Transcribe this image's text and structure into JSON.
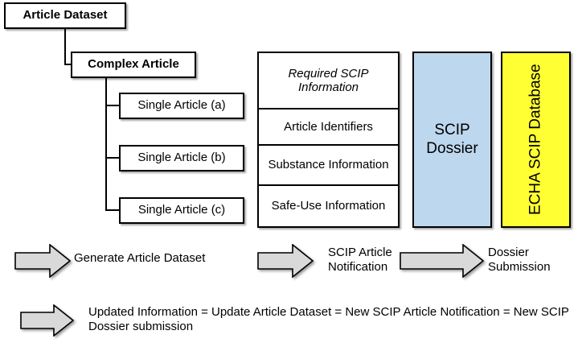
{
  "diagram": {
    "title": "SCIP Article Dataset to ECHA SCIP Database flow",
    "colors": {
      "dossier_fill": "#bdd7ee",
      "database_fill": "#ffff33",
      "arrow_fill": "#d9d9d9",
      "stroke": "#000000",
      "box_fill": "#ffffff"
    }
  },
  "tree": {
    "root": {
      "label": "Article Dataset"
    },
    "complex": {
      "label": "Complex Article"
    },
    "singles": [
      {
        "label": "Single Article (a)"
      },
      {
        "label": "Single Article (b)"
      },
      {
        "label": "Single Article (c)"
      }
    ]
  },
  "scip_table": {
    "header": "Required SCIP Information",
    "rows": [
      {
        "label": "Article Identifiers"
      },
      {
        "label": "Substance Information"
      },
      {
        "label": "Safe-Use Information"
      }
    ]
  },
  "dossier": {
    "label": "SCIP Dossier"
  },
  "database": {
    "label": "ECHA SCIP Database"
  },
  "flow": {
    "steps": [
      {
        "caption": "Generate Article Dataset"
      },
      {
        "caption": "SCIP Article Notification"
      },
      {
        "caption": "Dossier Submission"
      }
    ],
    "note": "Updated Information = Update Article Dataset = New SCIP Article Notification = New SCIP Dossier submission"
  }
}
